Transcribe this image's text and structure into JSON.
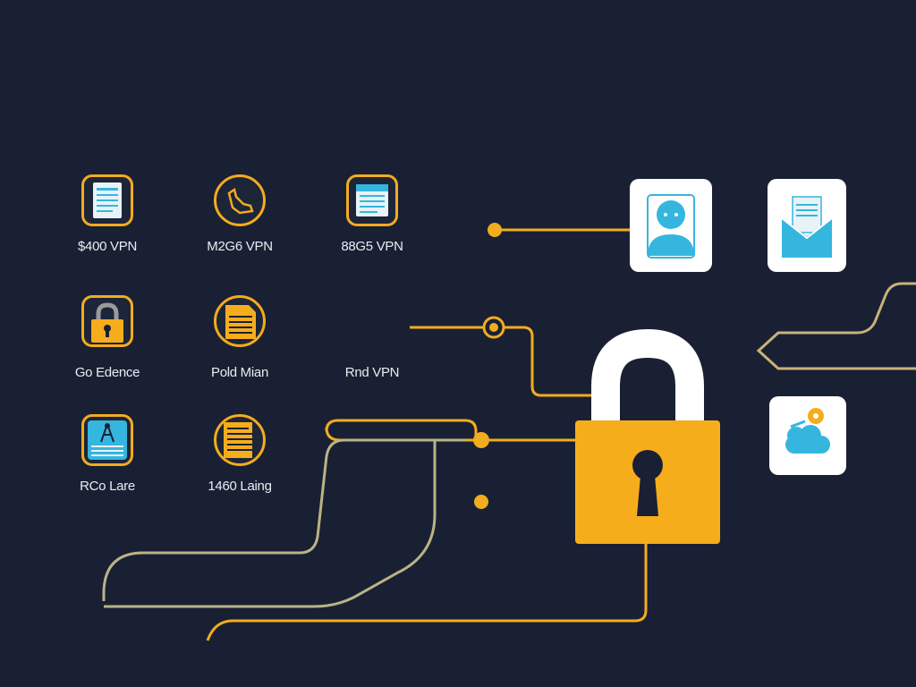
{
  "grid": {
    "tiles": [
      {
        "label": "$400 VPN",
        "icon": "document-icon"
      },
      {
        "label": "M2G6 VPN",
        "icon": "route-icon"
      },
      {
        "label": "88G5 VPN",
        "icon": "browser-window-icon"
      },
      {
        "label": "Go Edence",
        "icon": "padlock-icon"
      },
      {
        "label": "Pold Mian",
        "icon": "file-icon"
      },
      {
        "label": "Rnd VPN",
        "icon": ""
      },
      {
        "label": "RCo Lare",
        "icon": "network-tower-icon"
      },
      {
        "label": "1460 Laing",
        "icon": "folder-files-icon"
      }
    ]
  },
  "cards": [
    {
      "icon": "user-avatar-icon"
    },
    {
      "icon": "email-document-icon"
    },
    {
      "icon": "cloud-icon"
    }
  ],
  "colors": {
    "background": "#1a2033",
    "accent": "#f2ac1f",
    "lock_shackle": "#ffffff",
    "lock_body": "#f6ad1c",
    "card_icon": "#35b6df",
    "line_grey": "#b9b487"
  }
}
